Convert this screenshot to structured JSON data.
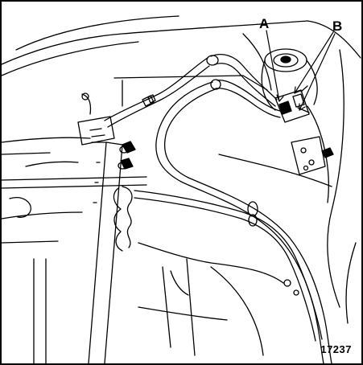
{
  "labels": {
    "a": "A",
    "b": "B"
  },
  "figure_number": "17237",
  "colors": {
    "stroke": "#000000",
    "background": "#ffffff"
  }
}
